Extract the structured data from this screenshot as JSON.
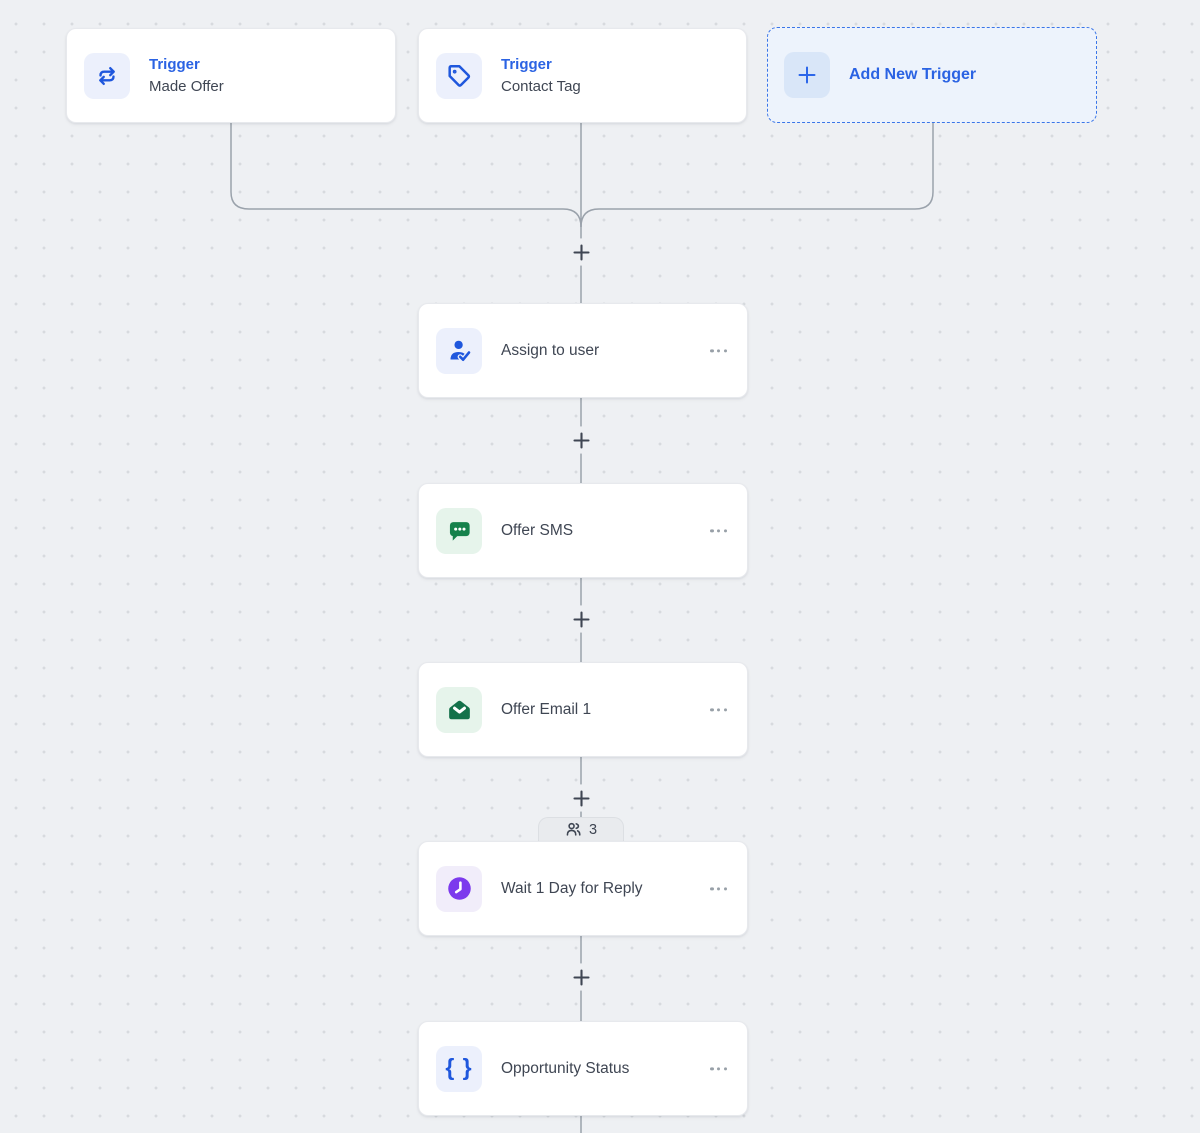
{
  "colors": {
    "background": "#eef0f3",
    "dot": "#d7dade",
    "card_bg": "#ffffff",
    "card_border": "#e7e9ed",
    "accent_blue": "#2b63e3",
    "icon_blue": "#1f57dd",
    "icon_blue_bg": "#ecf0fc",
    "icon_green": "#15814b",
    "icon_green_dark": "#14714a",
    "icon_green_bg": "#e6f4eb",
    "icon_purple": "#7c3aed",
    "icon_purple_bg": "#f1edfa",
    "add_trigger_bg": "#edf3fc",
    "add_trigger_border": "#3b76e8",
    "plus_tile_bg": "#d9e6f8",
    "connector_line": "#9aa2ab",
    "plus_glyph": "#3f4653",
    "label_text": "#3f4653",
    "badge_bg": "#e9ebee",
    "badge_border": "#dcdfe3"
  },
  "triggers": [
    {
      "title": "Trigger",
      "subtitle": "Made Offer",
      "icon": "swap-arrows-icon"
    },
    {
      "title": "Trigger",
      "subtitle": "Contact Tag",
      "icon": "tag-icon"
    }
  ],
  "add_trigger": {
    "label": "Add New Trigger",
    "icon": "plus-icon"
  },
  "actions": [
    {
      "label": "Assign to user",
      "icon": "assign-user-icon"
    },
    {
      "label": "Offer SMS",
      "icon": "sms-bubble-icon"
    },
    {
      "label": "Offer Email 1",
      "icon": "email-icon"
    },
    {
      "label": "Wait 1 Day for Reply",
      "icon": "clock-icon"
    },
    {
      "label": "Opportunity Status",
      "icon": "curly-braces-icon",
      "glyph": "{ }"
    }
  ],
  "wait_badge": {
    "count": "3",
    "icon": "contacts-icon"
  }
}
